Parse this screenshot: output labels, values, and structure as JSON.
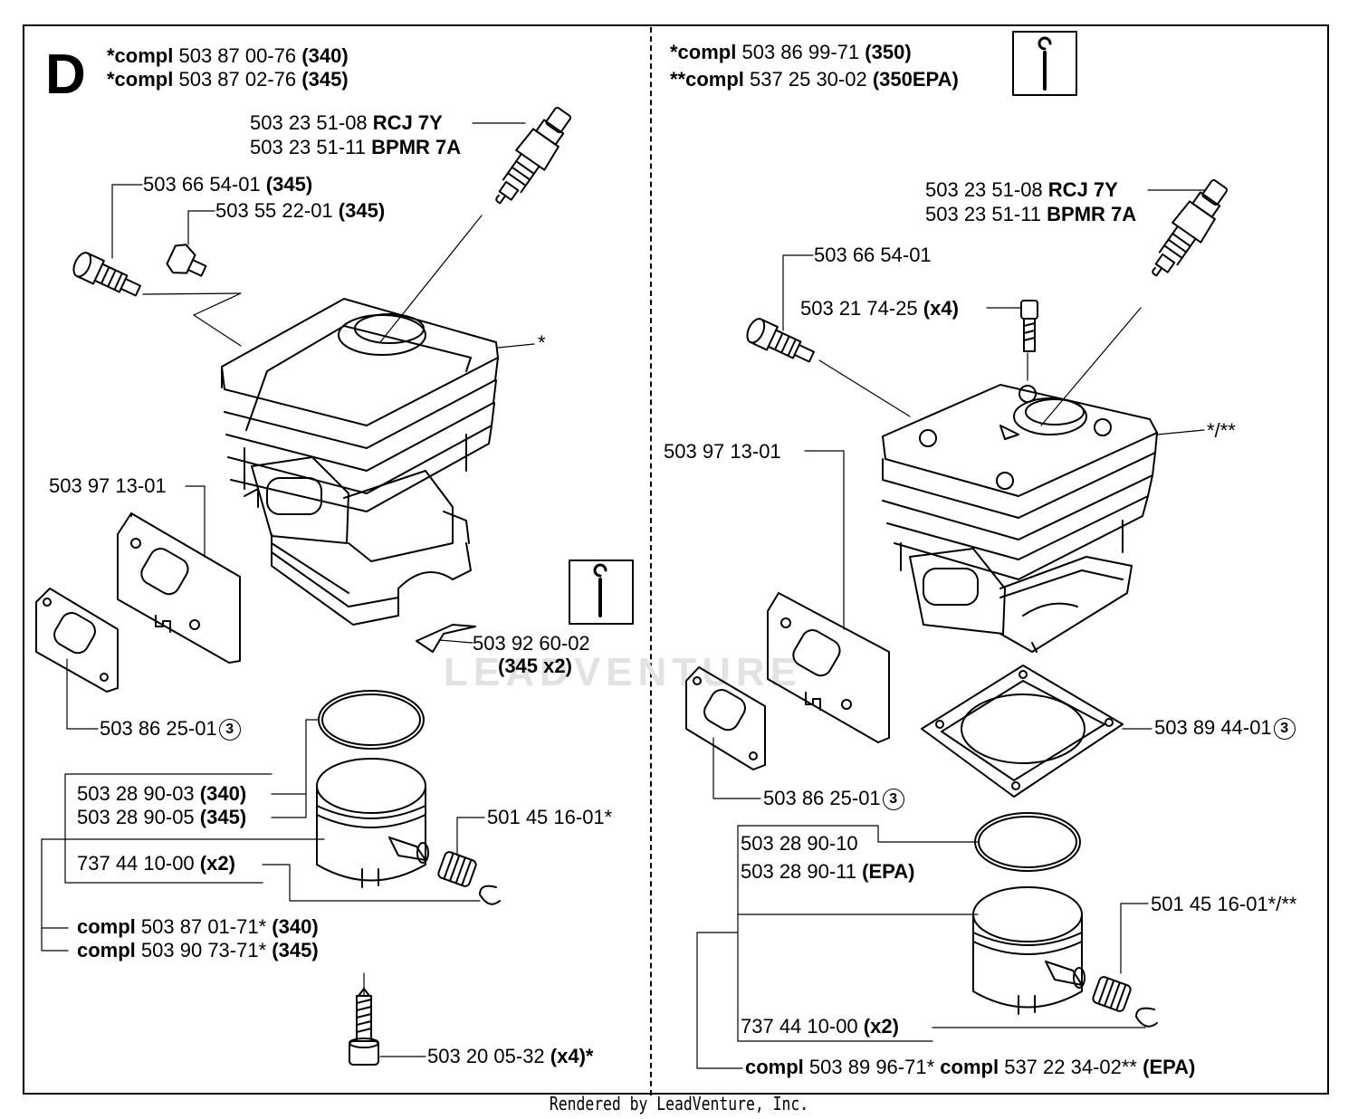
{
  "section_letter": "D",
  "left": {
    "header": [
      {
        "prefix": "*compl",
        "part": "503 87 00-76",
        "note": "(340)"
      },
      {
        "prefix": "*compl",
        "part": "503 87 02-76",
        "note": "(345)"
      }
    ],
    "spark_plug": [
      {
        "part": "503 23 51-08",
        "type": "RCJ 7Y"
      },
      {
        "part": "503 23 51-11",
        "type": "BPMR 7A"
      }
    ],
    "valve_1": {
      "part": "503 66 54-01",
      "note": "(345)"
    },
    "valve_2": {
      "part": "503 55 22-01",
      "note": "(345)"
    },
    "cylinder_mark": "*",
    "gasket_plate": "503 97 13-01",
    "gasket_small": {
      "part": "503 86 25-01",
      "circle": "3"
    },
    "deflector": {
      "part": "503 92 60-02",
      "note": "(345 x2)"
    },
    "piston": [
      {
        "part": "503 28 90-03",
        "note": "(340)"
      },
      {
        "part": "503 28 90-05",
        "note": "(345)"
      }
    ],
    "bearing": "501 45 16-01*",
    "circlip": {
      "part": "737 44 10-00",
      "note": "(x2)"
    },
    "piston_compl": [
      {
        "prefix": "compl",
        "part": "503 87 01-71*",
        "note": "(340)"
      },
      {
        "prefix": "compl",
        "part": "503 90 73-71*",
        "note": "(345)"
      }
    ],
    "screw": {
      "part": "503 20 05-32",
      "note": "(x4)*"
    }
  },
  "right": {
    "header": [
      {
        "prefix": "*compl",
        "part": "503 86 99-71",
        "note": "(350)"
      },
      {
        "prefix": "**compl",
        "part": "537 25 30-02",
        "note": "(350EPA)"
      }
    ],
    "spark_plug": [
      {
        "part": "503 23 51-08",
        "type": "RCJ 7Y"
      },
      {
        "part": "503 23 51-11",
        "type": "BPMR 7A"
      }
    ],
    "valve": "503 66 54-01",
    "bolt": {
      "part": "503 21 74-25",
      "note": "(x4)"
    },
    "cylinder_mark": "*/**",
    "gasket_plate": "503 97 13-01",
    "base_gasket": {
      "part": "503 89 44-01",
      "circle": "3"
    },
    "gasket_small": {
      "part": "503 86 25-01",
      "circle": "3"
    },
    "ring": [
      "503 28 90-10"
    ],
    "ring_epa": {
      "part": "503 28 90-11",
      "note": "(EPA)"
    },
    "bearing": "501 45 16-01*/**",
    "circlip": {
      "part": "737 44 10-00",
      "note": "(x2)"
    },
    "piston_compl": {
      "prefix1": "compl",
      "part1": "503 89 96-71*",
      "prefix2": "compl",
      "part2": "537 22 34-02**",
      "note": "(EPA)"
    }
  },
  "watermark": "LEADVENTURE",
  "footer": "Rendered by LeadVenture, Inc."
}
